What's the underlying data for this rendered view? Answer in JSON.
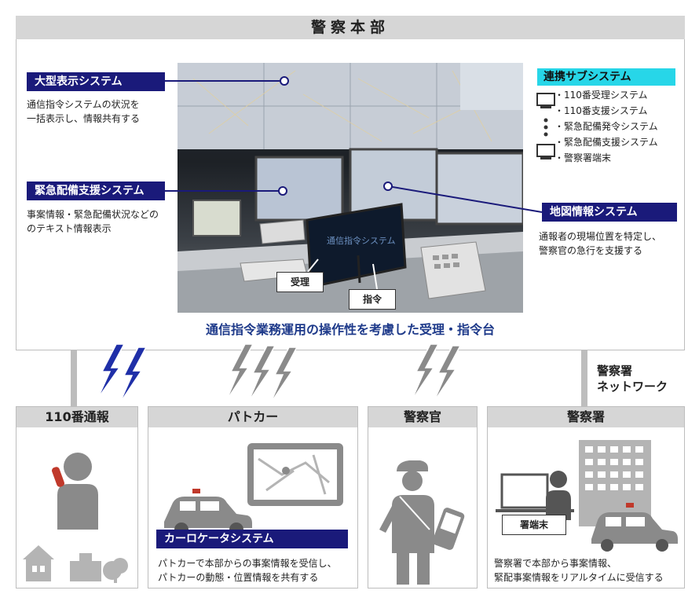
{
  "hq": {
    "title": "警察本部"
  },
  "left_systems": [
    {
      "label": "大型表示システム",
      "desc": [
        "通信指令システムの状況を",
        "一括表示し、情報共有する"
      ]
    },
    {
      "label": "緊急配備支援システム",
      "desc": [
        "事案情報・緊急配備状況などの",
        "のテキスト情報表示"
      ]
    }
  ],
  "right_systems": {
    "linked": {
      "label": "連携サブシステム",
      "items": [
        "・110番受理システム",
        "・110番支援システム",
        "・緊急配備発令システム",
        "・緊急配備支援システム",
        "・警察署端末"
      ]
    },
    "map": {
      "label": "地図情報システム",
      "desc": [
        "通報者の現場位置を特定し、",
        "警察官の急行を支援する"
      ]
    }
  },
  "photo_labels": {
    "juri": "受理",
    "shirei": "指令"
  },
  "caption": "通信指令業務運用の操作性を考慮した受理・指令台",
  "network_label": [
    "警察署",
    "ネットワーク"
  ],
  "cards": {
    "report": {
      "title": "110番通報"
    },
    "patrol": {
      "title": "パトカー",
      "system": "カーロケータシステム",
      "desc": [
        "パトカーで本部からの事案情報を受信し、",
        "パトカーの動態・位置情報を共有する"
      ]
    },
    "officer": {
      "title": "警察官"
    },
    "station": {
      "title": "警察署",
      "terminal": "署端末",
      "desc": [
        "警察署で本部から事案情報、",
        "緊配事案情報をリアルタイムに受信する"
      ]
    }
  },
  "colors": {
    "navy": "#1a1a7a",
    "cyan": "#27d6e8",
    "header_gray": "#d6d6d6",
    "caption_blue": "#1e3a8a",
    "icon_gray": "#8a8a8a",
    "lightning_blue": "#1f2fa8"
  }
}
